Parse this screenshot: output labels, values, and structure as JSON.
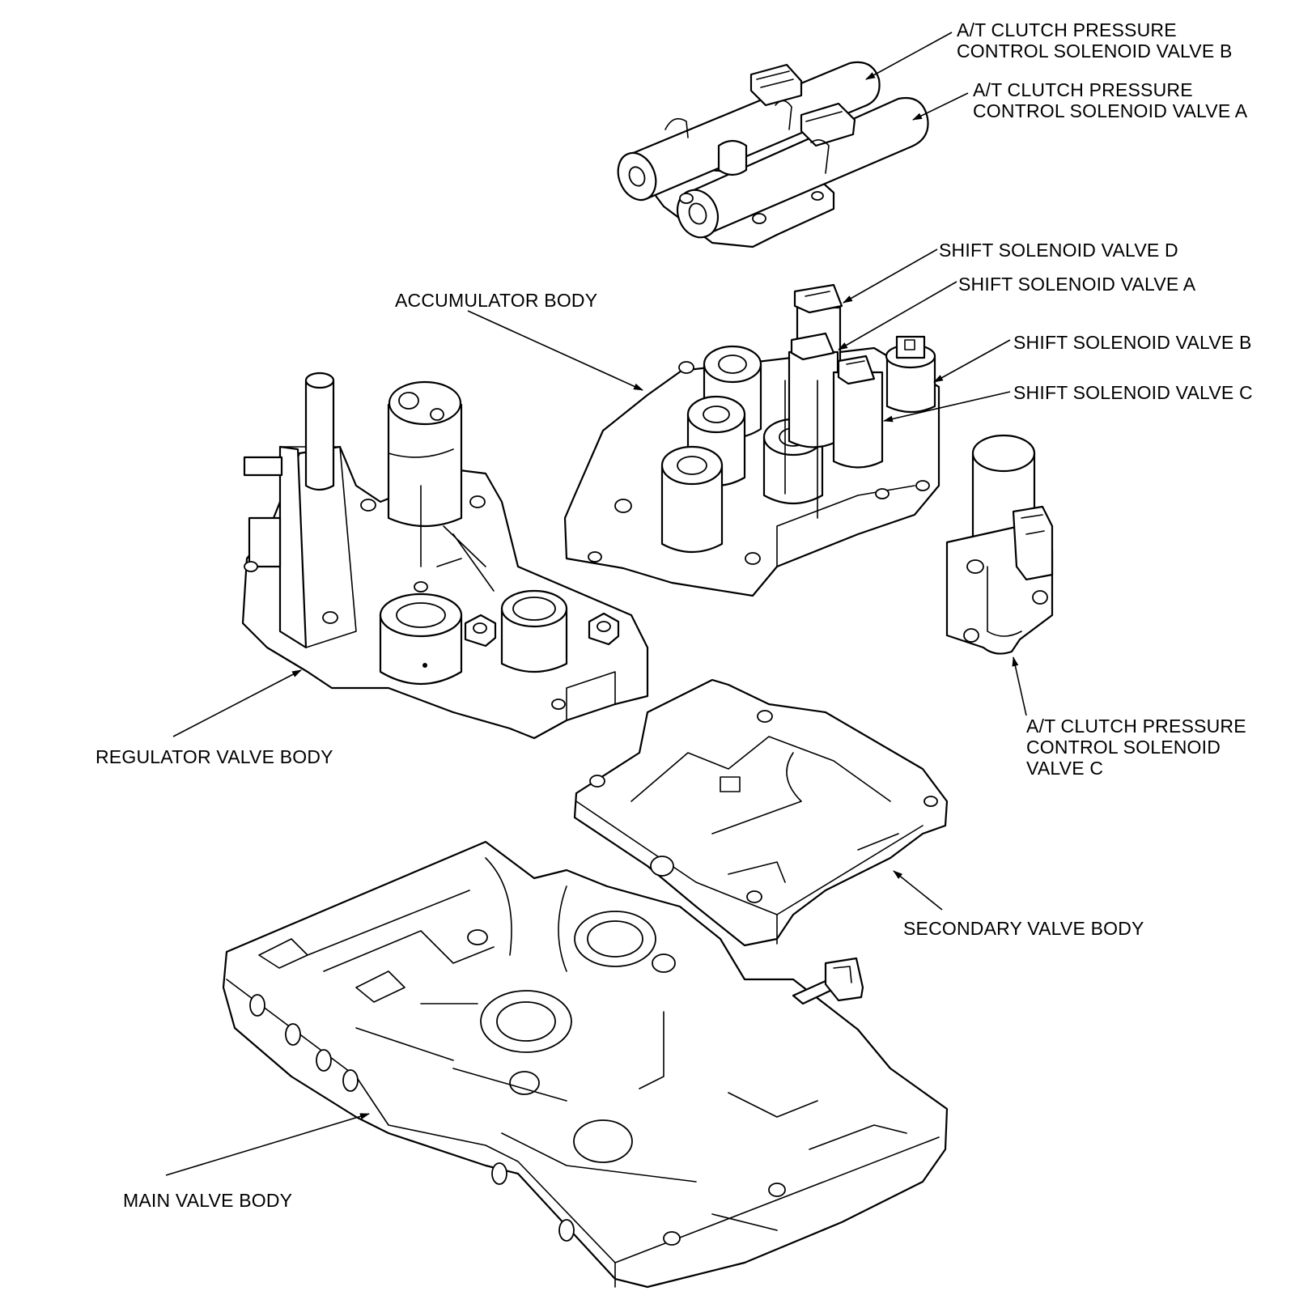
{
  "labels": {
    "at_clutch_b": "A/T CLUTCH PRESSURE\nCONTROL SOLENOID VALVE B",
    "at_clutch_a": "A/T CLUTCH PRESSURE\nCONTROL SOLENOID VALVE A",
    "shift_d": "SHIFT SOLENOID VALVE D",
    "shift_a": "SHIFT SOLENOID VALVE A",
    "shift_b": "SHIFT SOLENOID VALVE B",
    "shift_c": "SHIFT SOLENOID VALVE C",
    "accumulator_body": "ACCUMULATOR BODY",
    "at_clutch_c": "A/T CLUTCH PRESSURE\nCONTROL SOLENOID\nVALVE C",
    "regulator_valve_body": "REGULATOR VALVE BODY",
    "secondary_valve_body": "SECONDARY VALVE BODY",
    "main_valve_body": "MAIN VALVE BODY"
  }
}
